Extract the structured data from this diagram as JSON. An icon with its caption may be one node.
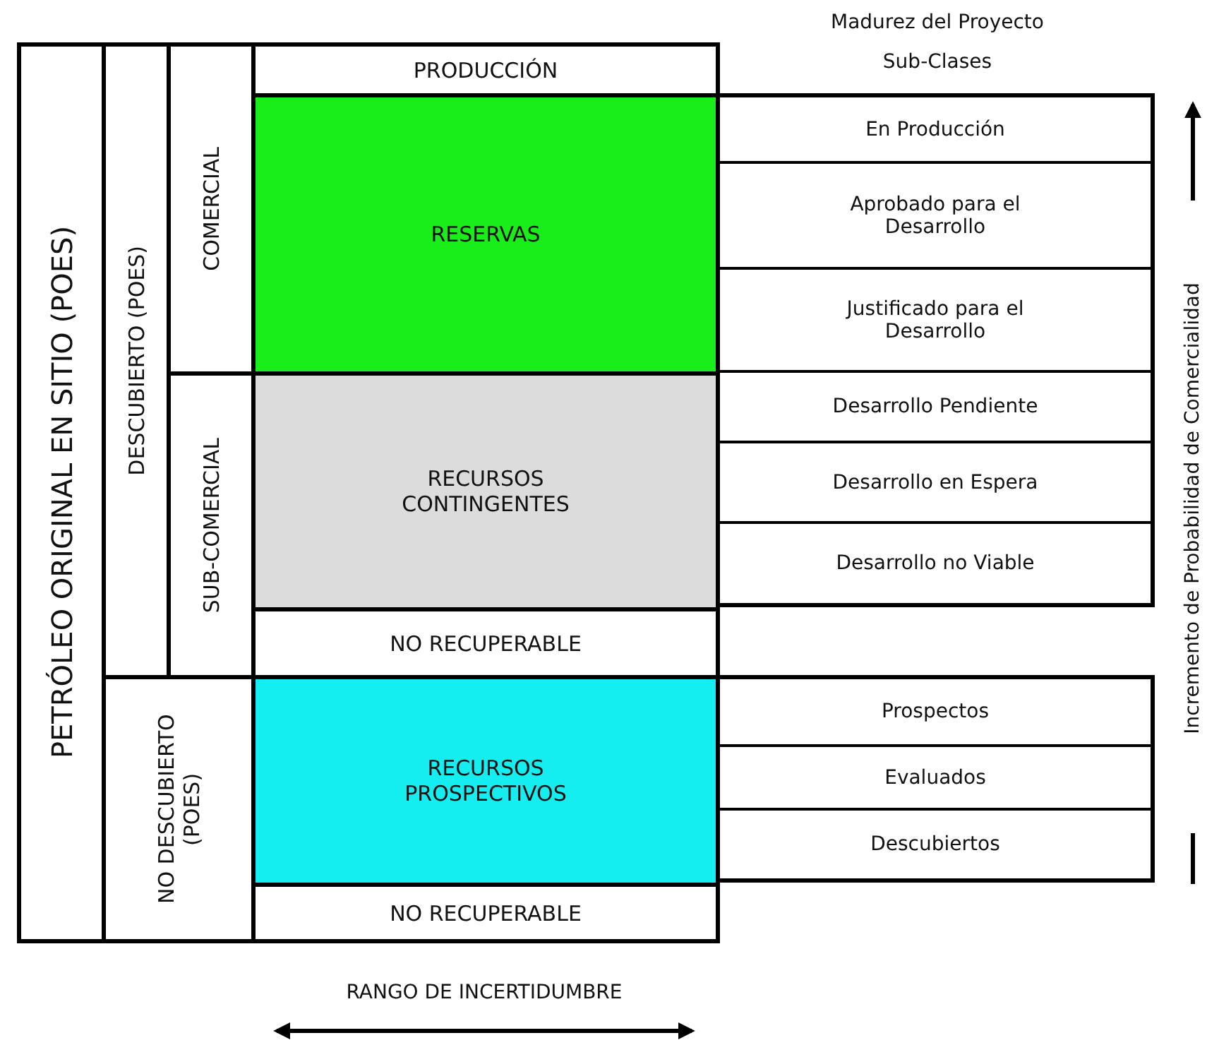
{
  "diagram": {
    "nodes": [
      {
        "text": [
          "PETRÓLEO ORIGINAL EN SITIO (POES)"
        ]
      },
      {
        "text": [
          "DESCUBIERTO (POES)"
        ]
      },
      {
        "text": [
          "COMERCIAL"
        ]
      },
      {
        "text": [
          "SUB-COMERCIAL"
        ]
      },
      {
        "text": [
          "NO DESCUBIERTO (POES)"
        ]
      },
      {
        "text": [
          "PRODUCCIÓN"
        ]
      },
      {
        "text": [
          "RESERVAS"
        ]
      },
      {
        "text": [
          "RECURSOS CONTINGENTES"
        ]
      },
      {
        "text": [
          "NO RECUPERABLE"
        ]
      },
      {
        "text": [
          "RECURSOS PROSPECTIVOS"
        ]
      },
      {
        "text": [
          "NO RECUPERABLE"
        ]
      },
      {
        "text": [
          "En Producción"
        ]
      },
      {
        "text": [
          "Aprobado para el Desarrollo"
        ]
      },
      {
        "text": [
          "Justificado para el Desarrollo"
        ]
      },
      {
        "text": [
          "Desarrollo Pendiente"
        ]
      },
      {
        "text": [
          "Desarrollo en Espera"
        ]
      },
      {
        "text": [
          "Desarrollo no Viable"
        ]
      },
      {
        "text": [
          "Prospectos"
        ]
      },
      {
        "text": [
          "Evaluados"
        ]
      },
      {
        "text": [
          "Descubiertos"
        ]
      }
    ],
    "labels": [
      "Madurez del Proyecto",
      "Sub-Clases",
      "Incremento de Probabilidad de Comercialidad",
      "RANGO DE INCERTIDUMBRE"
    ]
  }
}
